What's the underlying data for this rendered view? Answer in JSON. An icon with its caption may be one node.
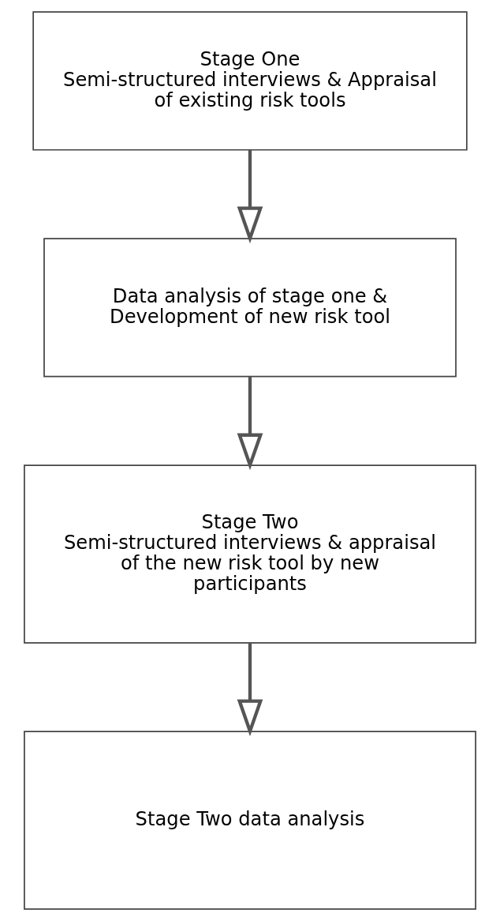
{
  "diagram": {
    "nodes": [
      {
        "text": [
          "Stage One",
          "Semi-structured interviews & Appraisal of existing risk tools"
        ]
      },
      {
        "text": [
          "Data analysis of stage one & Development of new risk tool"
        ]
      },
      {
        "text": [
          "Stage Two",
          "Semi-structured interviews & appraisal of the new risk tool by new participants"
        ]
      },
      {
        "text": [
          "Stage Two data analysis"
        ]
      }
    ],
    "edges": [
      {
        "from": 0,
        "to": 1,
        "arrow": "to"
      },
      {
        "from": 1,
        "to": 2,
        "arrow": "to"
      },
      {
        "from": 2,
        "to": 3,
        "arrow": "to"
      }
    ]
  }
}
